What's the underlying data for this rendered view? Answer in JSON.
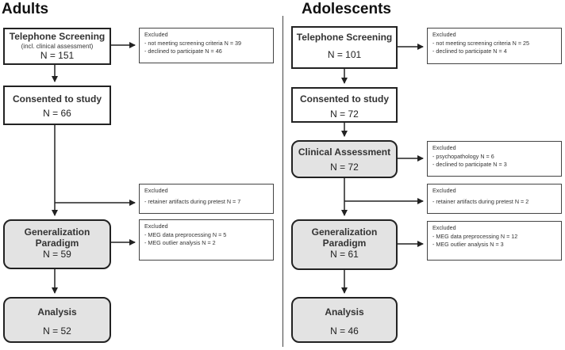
{
  "adults": {
    "title": "Adults",
    "telephone": {
      "title": "Telephone Screening",
      "subtitle": "(incl. clinical assessment)",
      "n": "N = 151"
    },
    "consented": {
      "title": "Consented to study",
      "n": "N = 66"
    },
    "generalization": {
      "title1": "Generalization",
      "title2": "Paradigm",
      "n": "N = 59"
    },
    "analysis": {
      "title": "Analysis",
      "n": "N = 52"
    },
    "excl1": {
      "head": "Excluded",
      "items": [
        "- not meeting screening criteria N = 39",
        "- declined to participate N = 46"
      ]
    },
    "excl2": {
      "head": "Excluded",
      "items": [
        "- retainer artifacts during pretest N = 7"
      ]
    },
    "excl3": {
      "head": "Excluded",
      "items": [
        "- MEG data preprocessing N = 5",
        "- MEG outlier analysis N = 2"
      ]
    }
  },
  "adolescents": {
    "title": "Adolescents",
    "telephone": {
      "title": "Telephone Screening",
      "n": "N = 101"
    },
    "consented": {
      "title": "Consented to study",
      "n": "N = 72"
    },
    "clinical": {
      "title": "Clinical Assessment",
      "n": "N = 72"
    },
    "generalization": {
      "title1": "Generalization",
      "title2": "Paradigm",
      "n": "N = 61"
    },
    "analysis": {
      "title": "Analysis",
      "n": "N = 46"
    },
    "excl1": {
      "head": "Excluded",
      "items": [
        "- not meeting screening criteria N = 25",
        "- declined to participate N = 4"
      ]
    },
    "excl2": {
      "head": "Excluded",
      "items": [
        "- psychopathology N = 6",
        "- declined to participate N = 3"
      ]
    },
    "excl3": {
      "head": "Excluded",
      "items": [
        "- retainer artifacts during pretest N = 2"
      ]
    },
    "excl4": {
      "head": "Excluded",
      "items": [
        "- MEG data preprocessing N = 12",
        "- MEG outlier analysis N = 3"
      ]
    }
  }
}
